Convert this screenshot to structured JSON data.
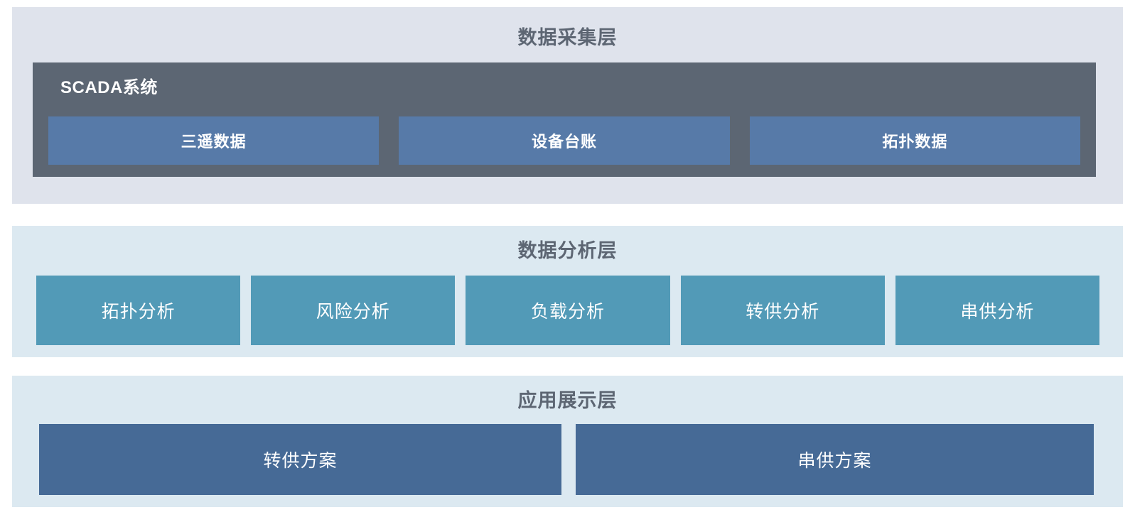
{
  "diagram": {
    "title_color": "#5d6673",
    "layers": [
      {
        "id": "collection",
        "title": "数据采集层",
        "panel_color": "#dfe3ec",
        "group": {
          "label": "SCADA系统",
          "color": "#5c6673",
          "items": [
            {
              "label": "三遥数据",
              "color": "#577aa8"
            },
            {
              "label": "设备台账",
              "color": "#577aa8"
            },
            {
              "label": "拓扑数据",
              "color": "#577aa8"
            }
          ]
        }
      },
      {
        "id": "analysis",
        "title": "数据分析层",
        "panel_color": "#dce9f1",
        "items": [
          {
            "label": "拓扑分析",
            "color": "#529ab7"
          },
          {
            "label": "风险分析",
            "color": "#529ab7"
          },
          {
            "label": "负载分析",
            "color": "#529ab7"
          },
          {
            "label": "转供分析",
            "color": "#529ab7"
          },
          {
            "label": "串供分析",
            "color": "#529ab7"
          }
        ]
      },
      {
        "id": "application",
        "title": "应用展示层",
        "panel_color": "#dce9f1",
        "items": [
          {
            "label": "转供方案",
            "color": "#466a96"
          },
          {
            "label": "串供方案",
            "color": "#466a96"
          }
        ]
      }
    ]
  }
}
